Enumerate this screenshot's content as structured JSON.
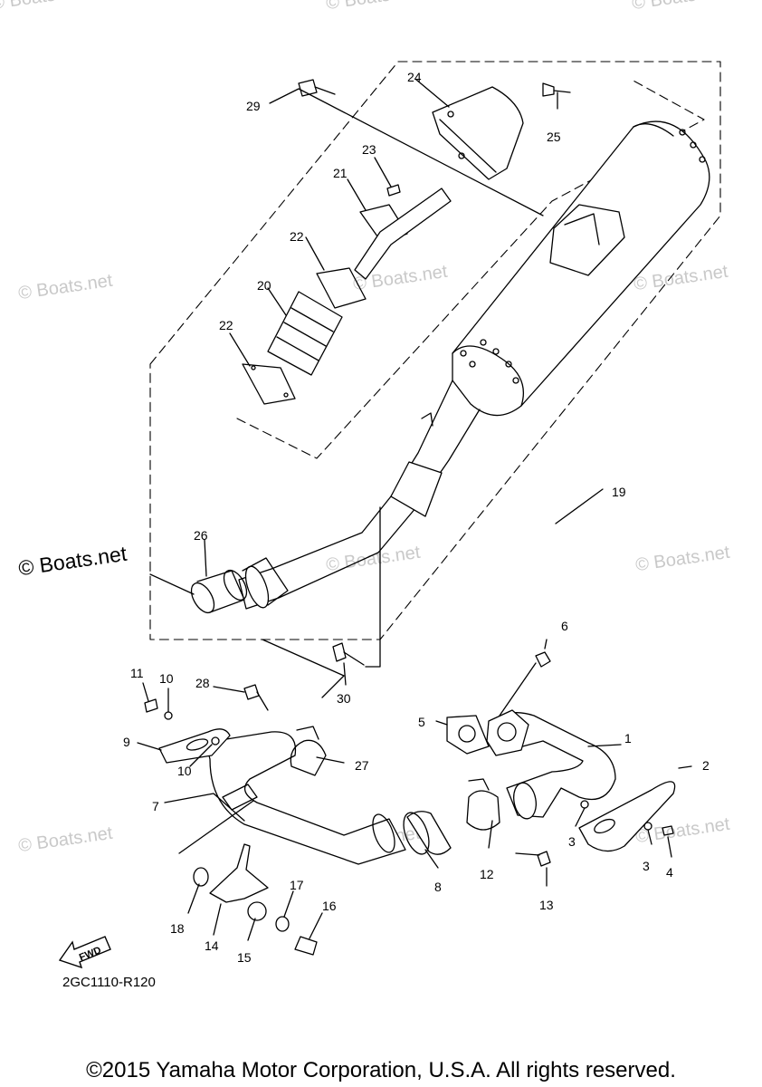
{
  "diagram": {
    "part_labels": [
      "1",
      "2",
      "3",
      "3",
      "4",
      "5",
      "6",
      "7",
      "8",
      "9",
      "10",
      "10",
      "11",
      "12",
      "13",
      "14",
      "15",
      "16",
      "17",
      "18",
      "19",
      "20",
      "21",
      "22",
      "22",
      "23",
      "24",
      "25",
      "26",
      "27",
      "28",
      "29",
      "30"
    ],
    "diagram_code": "2GC1110-R120",
    "fwd_label": "FWD"
  },
  "watermarks": {
    "main": "© Boats.net",
    "faint": [
      "© Boats.net",
      "© Boats.net",
      "© Boats.net",
      "© Boats.net",
      "© Boats.net",
      "© Boats.net",
      "© Boats.net",
      "© Boats.net",
      "© Boats.net",
      "© Boats.net",
      "© Boats.net"
    ]
  },
  "footer": {
    "copyright": "©2015 Yamaha Motor Corporation, U.S.A. All rights reserved."
  }
}
